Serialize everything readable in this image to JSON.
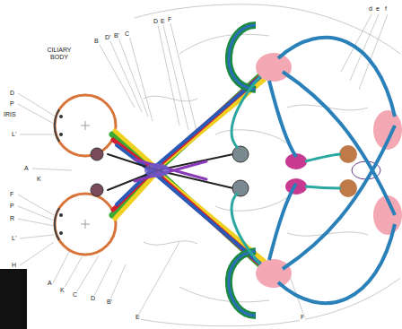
{
  "diagram": {
    "labels": [
      "CILIARY BODY",
      "D",
      "P",
      "IRIS",
      "L'",
      "A",
      "K",
      "F",
      "P",
      "R",
      "L'",
      "H",
      "A",
      "K",
      "C",
      "D",
      "B'",
      "B",
      "D'",
      "B'",
      "C",
      "D",
      "E",
      "F",
      "d",
      "e",
      "f",
      "E",
      "F"
    ]
  }
}
